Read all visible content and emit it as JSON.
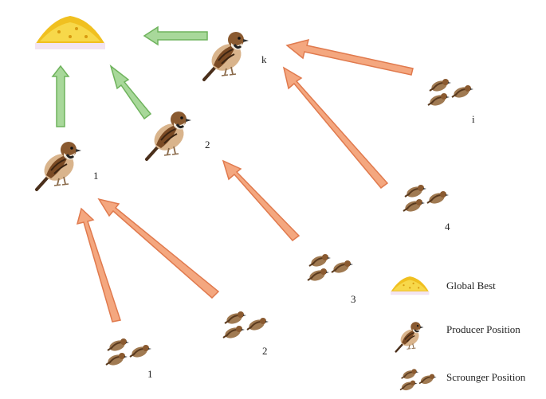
{
  "nodes": {
    "producer_k": "k",
    "producer_1": "1",
    "producer_2": "2",
    "scrounger_i": "i",
    "scrounger_4": "4",
    "scrounger_3": "3",
    "scrounger_2": "2",
    "scrounger_1": "1"
  },
  "legend": {
    "global_best": "Global Best",
    "producer": "Producer Position",
    "scrounger": "Scrounger Position"
  },
  "colors": {
    "green_arrow": "#a8d89a",
    "green_arrow_stroke": "#6fb35d",
    "orange_arrow": "#f4a77f",
    "orange_arrow_stroke": "#e07a4e",
    "food": "#f0c020"
  },
  "icons": {
    "global_best": "food-pile-icon",
    "producer": "sparrow-icon",
    "scrounger": "sparrow-flock-icon"
  }
}
